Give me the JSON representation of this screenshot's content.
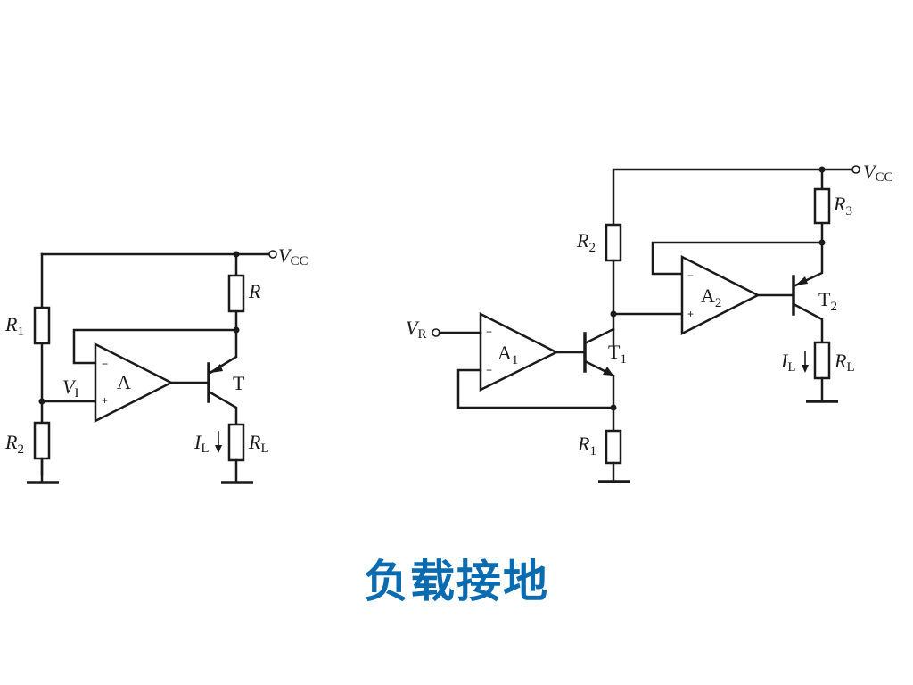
{
  "caption": "负载接地",
  "colors": {
    "caption": "#0a6bb0",
    "wire": "#1a1a1a"
  },
  "left_circuit": {
    "supply": {
      "main": "V",
      "sub": "CC"
    },
    "r1": {
      "main": "R",
      "sub": "1"
    },
    "r2": {
      "main": "R",
      "sub": "2"
    },
    "r": {
      "main": "R"
    },
    "rl": {
      "main": "R",
      "sub": "L"
    },
    "il": {
      "main": "I",
      "sub": "L"
    },
    "vi": {
      "main": "V",
      "sub": "I"
    },
    "amp": {
      "main": "A",
      "minus": "−",
      "plus": "+"
    },
    "transistor": {
      "main": "T"
    }
  },
  "right_circuit": {
    "supply": {
      "main": "V",
      "sub": "CC"
    },
    "vr": {
      "main": "V",
      "sub": "R"
    },
    "r1": {
      "main": "R",
      "sub": "1"
    },
    "r2": {
      "main": "R",
      "sub": "2"
    },
    "r3": {
      "main": "R",
      "sub": "3"
    },
    "rl": {
      "main": "R",
      "sub": "L"
    },
    "il": {
      "main": "I",
      "sub": "L"
    },
    "a1": {
      "main": "A",
      "sub": "1",
      "minus": "−",
      "plus": "+"
    },
    "a2": {
      "main": "A",
      "sub": "2",
      "minus": "−",
      "plus": "+"
    },
    "t1": {
      "main": "T",
      "sub": "1"
    },
    "t2": {
      "main": "T",
      "sub": "2"
    }
  }
}
